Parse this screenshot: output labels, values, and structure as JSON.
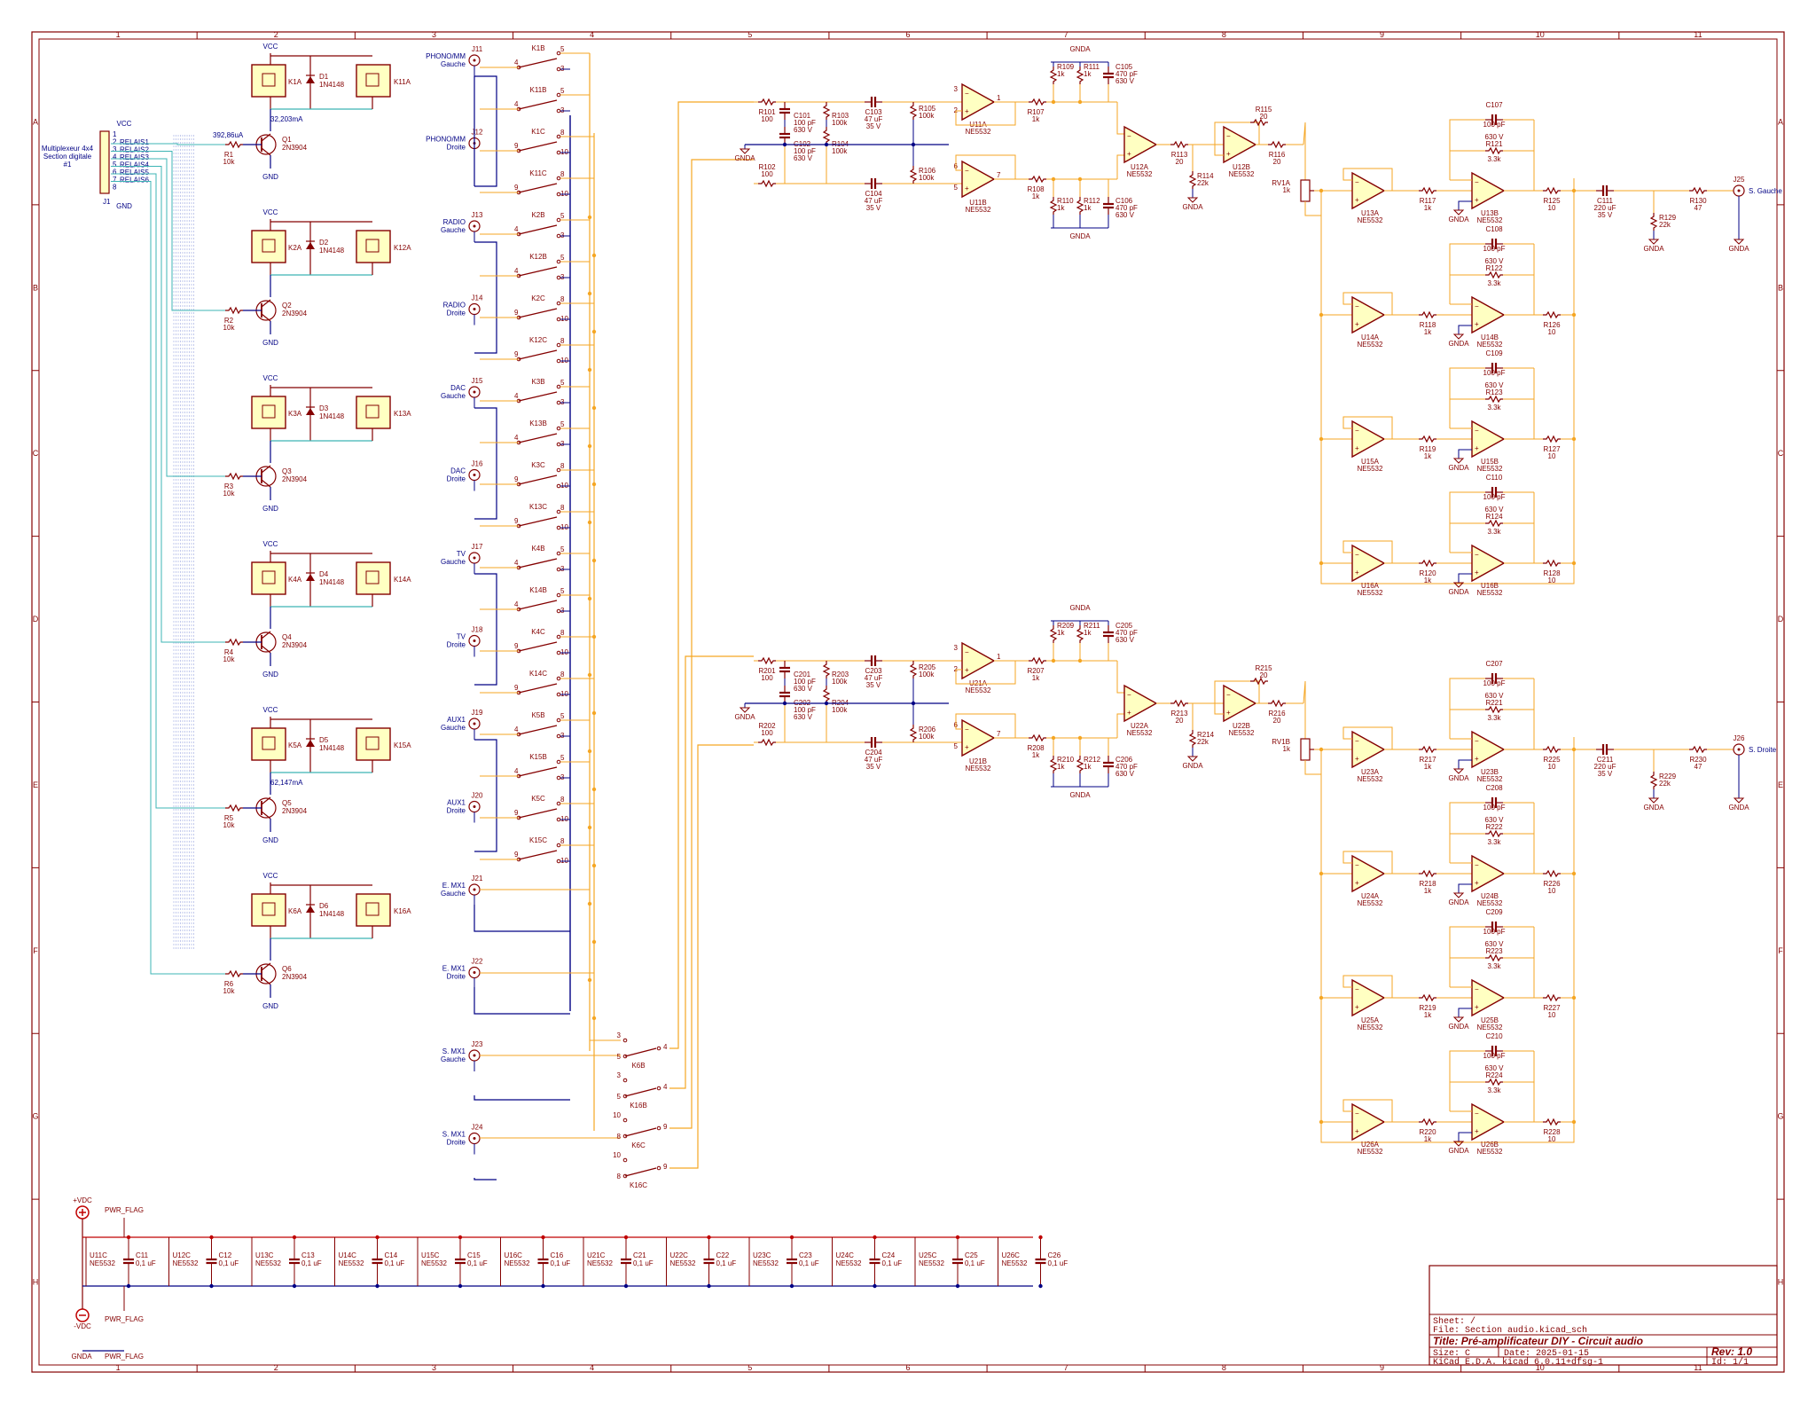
{
  "frame": {
    "cols": [
      "1",
      "2",
      "3",
      "4",
      "5",
      "6",
      "7",
      "8",
      "9",
      "10",
      "11"
    ],
    "rows": [
      "A",
      "B",
      "C",
      "D",
      "E",
      "F",
      "G",
      "H"
    ]
  },
  "title_block": {
    "sheet": "Sheet: /",
    "file": "File: Section audio.kicad_sch",
    "title": "Title: Pré-amplificateur DIY - Circuit audio",
    "size": "Size: C",
    "date": "Date: 2025-01-15",
    "rev": "Rev: 1.0",
    "tool": "KiCad E.D.A.  kicad 6.0.11+dfsg-1",
    "id": "Id: 1/1"
  },
  "digital": {
    "connector_ref": "J1",
    "connector_label": [
      "Multiplexeur 4x4",
      "Section digitale",
      "#1"
    ],
    "vcc": "VCC",
    "gnd": "GND",
    "pins": [
      "1",
      "2",
      "3",
      "4",
      "5",
      "6",
      "7",
      "8"
    ],
    "signals": [
      "RELAIS1",
      "RELAIS2",
      "RELAIS3",
      "RELAIS4",
      "RELAIS5",
      "RELAIS6"
    ],
    "current_1": "392,86uA",
    "current_2": "32,203mA",
    "current_5": "62,147mA",
    "stages": [
      {
        "coil": "K1A",
        "relay": "K11A",
        "diode": "D1",
        "dval": "1N4148",
        "q": "Q1",
        "qval": "2N3904",
        "r": "R1",
        "rval": "10k"
      },
      {
        "coil": "K2A",
        "relay": "K12A",
        "diode": "D2",
        "dval": "1N4148",
        "q": "Q2",
        "qval": "2N3904",
        "r": "R2",
        "rval": "10k"
      },
      {
        "coil": "K3A",
        "relay": "K13A",
        "diode": "D3",
        "dval": "1N4148",
        "q": "Q3",
        "qval": "2N3904",
        "r": "R3",
        "rval": "10k"
      },
      {
        "coil": "K4A",
        "relay": "K14A",
        "diode": "D4",
        "dval": "1N4148",
        "q": "Q4",
        "qval": "2N3904",
        "r": "R4",
        "rval": "10k"
      },
      {
        "coil": "K5A",
        "relay": "K15A",
        "diode": "D5",
        "dval": "1N4148",
        "q": "Q5",
        "qval": "2N3904",
        "r": "R5",
        "rval": "10k"
      },
      {
        "coil": "K6A",
        "relay": "K16A",
        "diode": "D6",
        "dval": "1N4148",
        "q": "Q6",
        "qval": "2N3904",
        "r": "R6",
        "rval": "10k"
      }
    ]
  },
  "inputs": [
    {
      "ref": "J11",
      "n1": "PHONO/MM",
      "n2": "Gauche"
    },
    {
      "ref": "J12",
      "n1": "PHONO/MM",
      "n2": "Droite"
    },
    {
      "ref": "J13",
      "n1": "RADIO",
      "n2": "Gauche"
    },
    {
      "ref": "J14",
      "n1": "RADIO",
      "n2": "Droite"
    },
    {
      "ref": "J15",
      "n1": "DAC",
      "n2": "Gauche"
    },
    {
      "ref": "J16",
      "n1": "DAC",
      "n2": "Droite"
    },
    {
      "ref": "J17",
      "n1": "TV",
      "n2": "Gauche"
    },
    {
      "ref": "J18",
      "n1": "TV",
      "n2": "Droite"
    },
    {
      "ref": "J19",
      "n1": "AUX1",
      "n2": "Gauche"
    },
    {
      "ref": "J20",
      "n1": "AUX1",
      "n2": "Droite"
    },
    {
      "ref": "J21",
      "n1": "E. MX1",
      "n2": "Gauche"
    },
    {
      "ref": "J22",
      "n1": "E. MX1",
      "n2": "Droite"
    },
    {
      "ref": "J23",
      "n1": "S. MX1",
      "n2": "Gauche"
    },
    {
      "ref": "J24",
      "n1": "S. MX1",
      "n2": "Droite"
    }
  ],
  "switches": [
    {
      "ref": "K1B",
      "a": "4",
      "b": "5",
      "c": "3"
    },
    {
      "ref": "K11B",
      "a": "4",
      "b": "5",
      "c": "3"
    },
    {
      "ref": "K1C",
      "a": "9",
      "b": "8",
      "c": "10"
    },
    {
      "ref": "K11C",
      "a": "9",
      "b": "8",
      "c": "10"
    },
    {
      "ref": "K2B",
      "a": "4",
      "b": "5",
      "c": "3"
    },
    {
      "ref": "K12B",
      "a": "4",
      "b": "5",
      "c": "3"
    },
    {
      "ref": "K2C",
      "a": "9",
      "b": "8",
      "c": "10"
    },
    {
      "ref": "K12C",
      "a": "9",
      "b": "8",
      "c": "10"
    },
    {
      "ref": "K3B",
      "a": "4",
      "b": "5",
      "c": "3"
    },
    {
      "ref": "K13B",
      "a": "4",
      "b": "5",
      "c": "3"
    },
    {
      "ref": "K3C",
      "a": "9",
      "b": "8",
      "c": "10"
    },
    {
      "ref": "K13C",
      "a": "9",
      "b": "8",
      "c": "10"
    },
    {
      "ref": "K4B",
      "a": "4",
      "b": "5",
      "c": "3"
    },
    {
      "ref": "K14B",
      "a": "4",
      "b": "5",
      "c": "3"
    },
    {
      "ref": "K4C",
      "a": "9",
      "b": "8",
      "c": "10"
    },
    {
      "ref": "K14C",
      "a": "9",
      "b": "8",
      "c": "10"
    },
    {
      "ref": "K5B",
      "a": "4",
      "b": "5",
      "c": "3"
    },
    {
      "ref": "K15B",
      "a": "4",
      "b": "5",
      "c": "3"
    },
    {
      "ref": "K5C",
      "a": "9",
      "b": "8",
      "c": "10"
    },
    {
      "ref": "K15C",
      "a": "9",
      "b": "8",
      "c": "10"
    }
  ],
  "mx_switches": [
    {
      "ref": "K6B",
      "a": "3",
      "b": "5",
      "c": "4"
    },
    {
      "ref": "K16B",
      "a": "3",
      "b": "5",
      "c": "4"
    },
    {
      "ref": "K6C",
      "a": "10",
      "b": "8",
      "c": "9"
    },
    {
      "ref": "K16C",
      "a": "10",
      "b": "8",
      "c": "9"
    }
  ],
  "channels": [
    {
      "gnda": "GNDA",
      "r_in_a": {
        "ref": "R101",
        "val": "100"
      },
      "r_in_b": {
        "ref": "R102",
        "val": "100"
      },
      "c_a": {
        "ref": "C101",
        "v1": "100 pF",
        "v2": "630 V"
      },
      "c_b": {
        "ref": "C102",
        "v1": "100 pF",
        "v2": "630 V"
      },
      "r_a": {
        "ref": "R103",
        "val": "100k"
      },
      "r_b": {
        "ref": "R104",
        "val": "100k"
      },
      "c_s_a": {
        "ref": "C103",
        "v1": "47 uF",
        "v2": "35 V"
      },
      "c_s_b": {
        "ref": "C104",
        "v1": "47 uF",
        "v2": "35 V"
      },
      "r_s_a": {
        "ref": "R105",
        "val": "100k"
      },
      "r_s_b": {
        "ref": "R106",
        "val": "100k"
      },
      "op_a": {
        "ref": "U11A",
        "val": "NE5532"
      },
      "op_b": {
        "ref": "U11B",
        "val": "NE5532"
      },
      "r_o_a": {
        "ref": "R107",
        "val": "1k"
      },
      "r_o_b": {
        "ref": "R108",
        "val": "1k"
      },
      "r_f1": {
        "ref": "R109",
        "val": "1k"
      },
      "r_f2": {
        "ref": "R111",
        "val": "1k"
      },
      "r_f3": {
        "ref": "R110",
        "val": "1k"
      },
      "r_f4": {
        "ref": "R112",
        "val": "1k"
      },
      "c_f1": {
        "ref": "C105",
        "v1": "470 pF",
        "v2": "630 V"
      },
      "c_f2": {
        "ref": "C106",
        "v1": "470 pF",
        "v2": "630 V"
      },
      "op_diff": {
        "ref": "U12A",
        "val": "NE5532"
      },
      "r_d": {
        "ref": "R113",
        "val": "20"
      },
      "r_d2": {
        "ref": "R114",
        "val": "22k"
      },
      "r_fb": {
        "ref": "R115",
        "val": "20"
      },
      "r_fb2": {
        "ref": "R116",
        "val": "20"
      },
      "op_buf": {
        "ref": "U12B",
        "val": "NE5532"
      },
      "rv": {
        "ref": "RV1A",
        "val": "1k"
      },
      "pins": {
        "p1": "1",
        "p2": "2",
        "p3": "3",
        "p5": "5",
        "p6": "6",
        "p7": "7"
      },
      "stages": [
        {
          "op1": "U13A",
          "op2": "U13B",
          "rin": "R117",
          "c": "C107",
          "r": "R121",
          "rout": "R125"
        },
        {
          "op1": "U14A",
          "op2": "U14B",
          "rin": "R118",
          "c": "C108",
          "r": "R122",
          "rout": "R126"
        },
        {
          "op1": "U15A",
          "op2": "U15B",
          "rin": "R119",
          "c": "C109",
          "r": "R123",
          "rout": "R127"
        },
        {
          "op1": "U16A",
          "op2": "U16B",
          "rin": "R120",
          "c": "C110",
          "r": "R124",
          "rout": "R128"
        }
      ],
      "stage_vals": {
        "op": "NE5532",
        "rin": "1k",
        "c1": "100 pF",
        "c2": "630 V",
        "r": "3.3k",
        "rout": "10"
      },
      "c_out": {
        "ref": "C111",
        "v1": "220 uF",
        "v2": "35 V"
      },
      "r_out": {
        "ref": "R130",
        "val": "47"
      },
      "r_out2": {
        "ref": "R129",
        "val": "22k"
      },
      "jack": {
        "ref": "J25",
        "name": "S. Gauche"
      }
    },
    {
      "gnda": "GNDA",
      "r_in_a": {
        "ref": "R201",
        "val": "100"
      },
      "r_in_b": {
        "ref": "R202",
        "val": "100"
      },
      "c_a": {
        "ref": "C201",
        "v1": "100 pF",
        "v2": "630 V"
      },
      "c_b": {
        "ref": "C202",
        "v1": "100 pF",
        "v2": "630 V"
      },
      "r_a": {
        "ref": "R203",
        "val": "100k"
      },
      "r_b": {
        "ref": "R204",
        "val": "100k"
      },
      "c_s_a": {
        "ref": "C203",
        "v1": "47 uF",
        "v2": "35 V"
      },
      "c_s_b": {
        "ref": "C204",
        "v1": "47 uF",
        "v2": "35 V"
      },
      "r_s_a": {
        "ref": "R205",
        "val": "100k"
      },
      "r_s_b": {
        "ref": "R206",
        "val": "100k"
      },
      "op_a": {
        "ref": "U21A",
        "val": "NE5532"
      },
      "op_b": {
        "ref": "U21B",
        "val": "NE5532"
      },
      "r_o_a": {
        "ref": "R207",
        "val": "1k"
      },
      "r_o_b": {
        "ref": "R208",
        "val": "1k"
      },
      "r_f1": {
        "ref": "R209",
        "val": "1k"
      },
      "r_f2": {
        "ref": "R211",
        "val": "1k"
      },
      "r_f3": {
        "ref": "R210",
        "val": "1k"
      },
      "r_f4": {
        "ref": "R212",
        "val": "1k"
      },
      "c_f1": {
        "ref": "C205",
        "v1": "470 pF",
        "v2": "630 V"
      },
      "c_f2": {
        "ref": "C206",
        "v1": "470 pF",
        "v2": "630 V"
      },
      "op_diff": {
        "ref": "U22A",
        "val": "NE5532"
      },
      "r_d": {
        "ref": "R213",
        "val": "20"
      },
      "r_d2": {
        "ref": "R214",
        "val": "22k"
      },
      "r_fb": {
        "ref": "R215",
        "val": "20"
      },
      "r_fb2": {
        "ref": "R216",
        "val": "20"
      },
      "op_buf": {
        "ref": "U22B",
        "val": "NE5532"
      },
      "rv": {
        "ref": "RV1B",
        "val": "1k"
      },
      "pins": {
        "p1": "1",
        "p2": "2",
        "p3": "3",
        "p5": "5",
        "p6": "6",
        "p7": "7"
      },
      "stages": [
        {
          "op1": "U23A",
          "op2": "U23B",
          "rin": "R217",
          "c": "C207",
          "r": "R221",
          "rout": "R225"
        },
        {
          "op1": "U24A",
          "op2": "U24B",
          "rin": "R218",
          "c": "C208",
          "r": "R222",
          "rout": "R226"
        },
        {
          "op1": "U25A",
          "op2": "U25B",
          "rin": "R219",
          "c": "C209",
          "r": "R223",
          "rout": "R227"
        },
        {
          "op1": "U26A",
          "op2": "U26B",
          "rin": "R220",
          "c": "C210",
          "r": "R224",
          "rout": "R228"
        }
      ],
      "stage_vals": {
        "op": "NE5532",
        "rin": "1k",
        "c1": "100 pF",
        "c2": "630 V",
        "r": "3.3k",
        "rout": "10"
      },
      "c_out": {
        "ref": "C211",
        "v1": "220 uF",
        "v2": "35 V"
      },
      "r_out": {
        "ref": "R230",
        "val": "47"
      },
      "r_out2": {
        "ref": "R229",
        "val": "22k"
      },
      "jack": {
        "ref": "J26",
        "name": "S. Droite"
      }
    }
  ],
  "power": {
    "vp": "+VDC",
    "vn": "-VDC",
    "flag": "PWR_FLAG",
    "gnda": "GNDA",
    "units": [
      {
        "u": "U11C",
        "c": "C11"
      },
      {
        "u": "U12C",
        "c": "C12"
      },
      {
        "u": "U13C",
        "c": "C13"
      },
      {
        "u": "U14C",
        "c": "C14"
      },
      {
        "u": "U15C",
        "c": "C15"
      },
      {
        "u": "U16C",
        "c": "C16"
      },
      {
        "u": "U21C",
        "c": "C21"
      },
      {
        "u": "U22C",
        "c": "C22"
      },
      {
        "u": "U23C",
        "c": "C23"
      },
      {
        "u": "U24C",
        "c": "C24"
      },
      {
        "u": "U25C",
        "c": "C25"
      },
      {
        "u": "U26C",
        "c": "C26"
      }
    ],
    "op_val": "NE5532",
    "cap_val": "0,1 uF"
  }
}
